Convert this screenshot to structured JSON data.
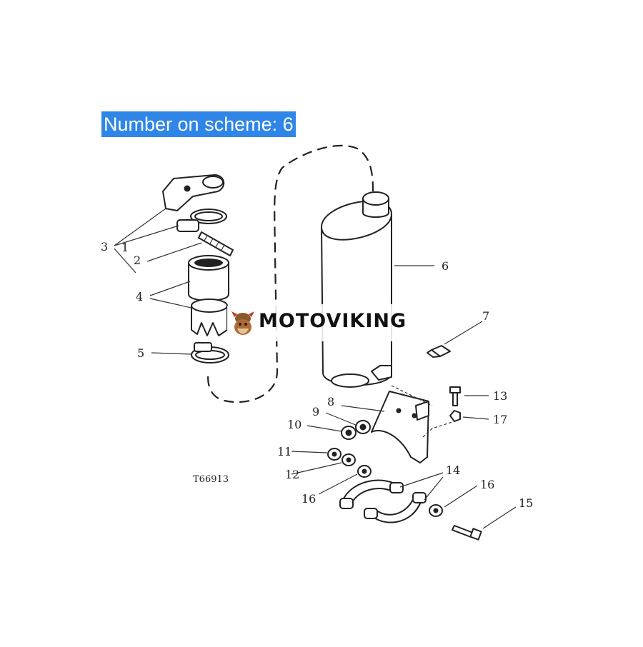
{
  "scheme_badge": "Number on scheme: 6",
  "watermark_brand": "MOTOVIKING",
  "figure_code": "T66913",
  "callouts": [
    "1",
    "2",
    "3",
    "4",
    "5",
    "6",
    "7",
    "8",
    "9",
    "10",
    "11",
    "12",
    "13",
    "14",
    "15",
    "16",
    "16",
    "17"
  ],
  "colors": {
    "badge_bg": "#2f86e8",
    "badge_text": "#ffffff",
    "line": "#222222"
  }
}
